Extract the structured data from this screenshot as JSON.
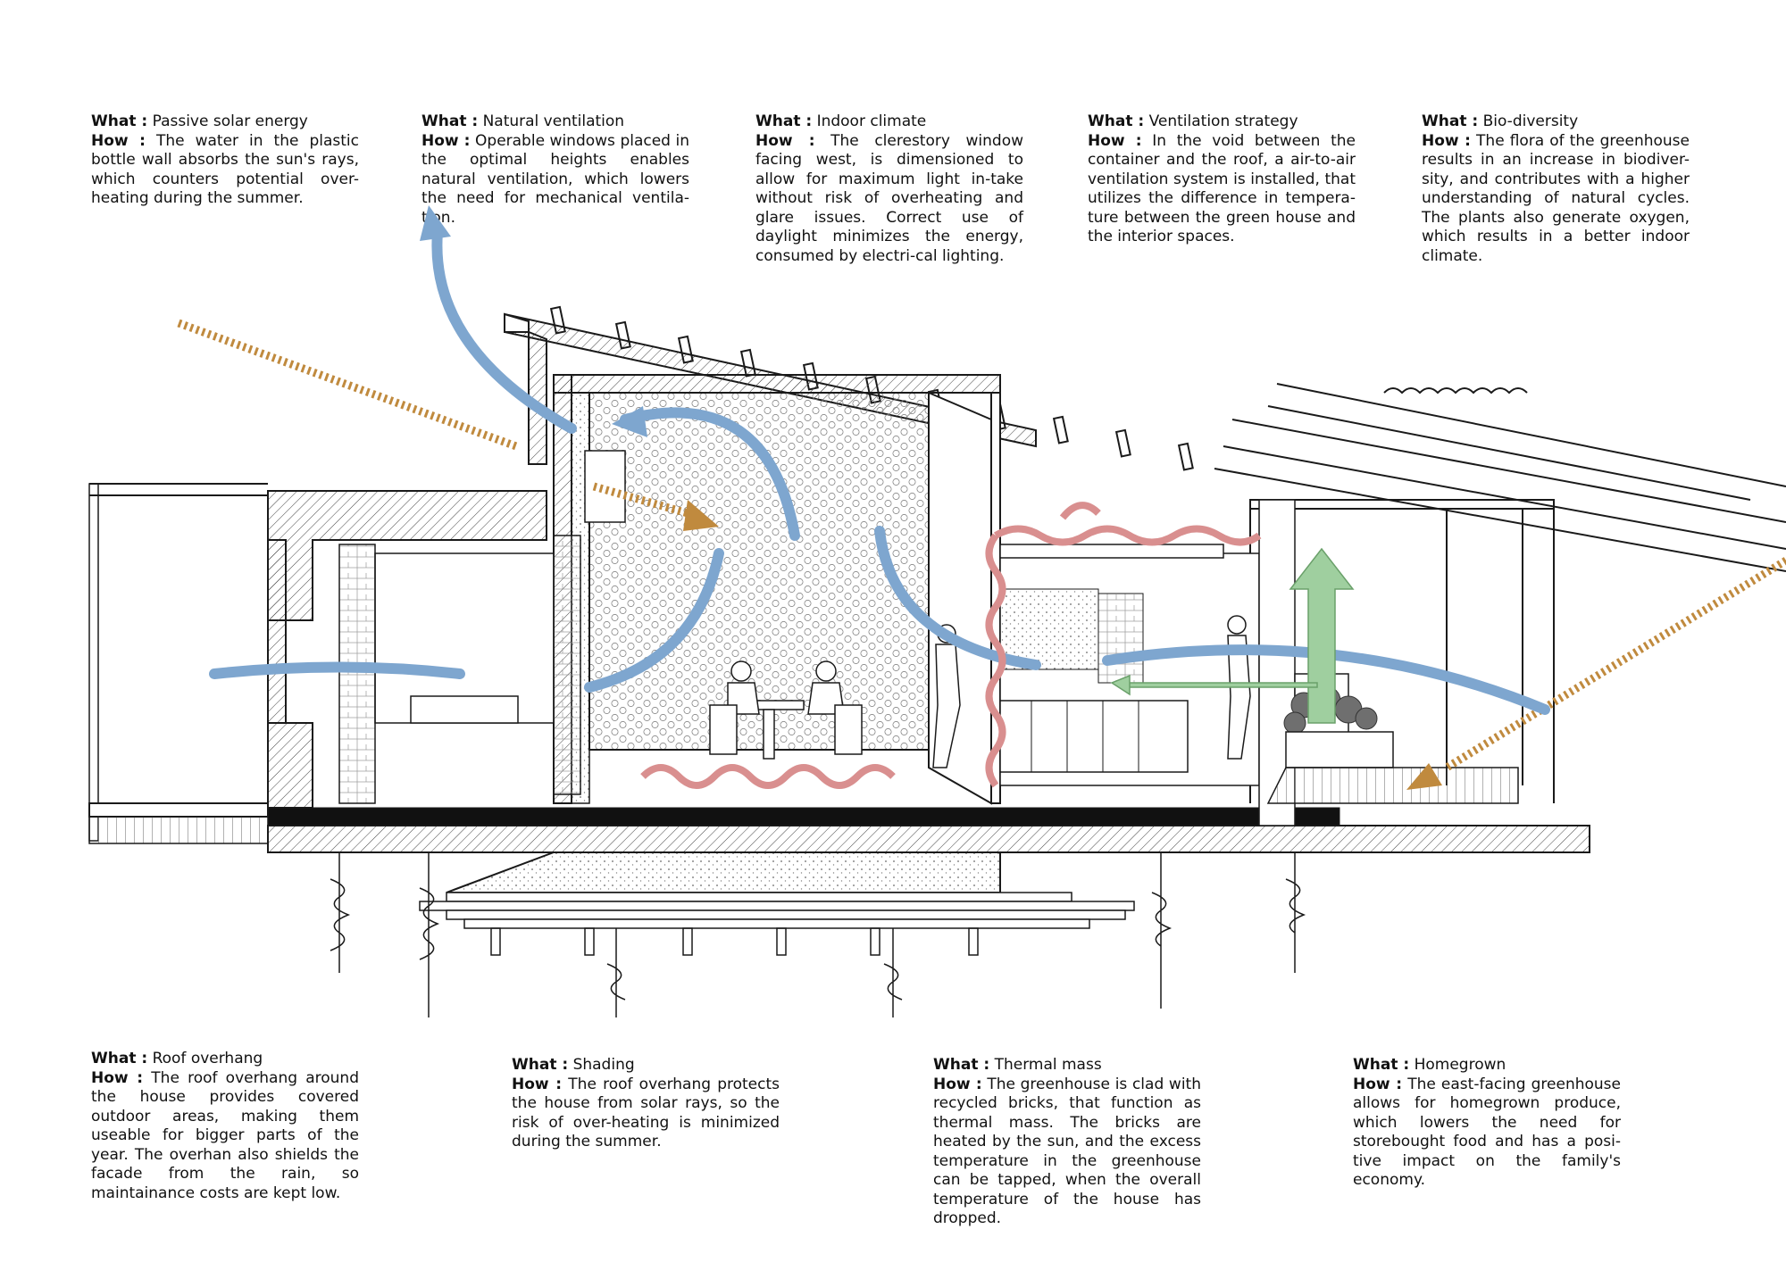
{
  "annotations": {
    "what_label": "What :",
    "how_label": "How :",
    "items": [
      {
        "what": "Passive solar energy",
        "how": "The water in the plastic bottle wall absorbs the sun's rays, which counters potential over-heating during the summer."
      },
      {
        "what": "Natural ventilation",
        "how": "Operable windows placed in the optimal heights enables natural ventilation, which lowers the need for mechanical ventila-tion."
      },
      {
        "what": "Indoor climate",
        "how": "The clerestory window facing west, is dimensioned to allow for maximum light in-take without risk of overheating and glare issues. Correct use of daylight minimizes the energy, consumed by electri-cal lighting."
      },
      {
        "what": "Ventilation strategy",
        "how": "In the void between the container and the roof, a air-to-air ventilation system is installed, that utilizes the difference in tempera-ture between the green house and the interior spaces."
      },
      {
        "what": "Bio-diversity",
        "how": "The flora of the greenhouse results in an increase in biodiver-sity, and contributes with a higher understanding of natural cycles. The plants also generate oxygen, which results in a better indoor climate."
      },
      {
        "what": "Roof overhang",
        "how": "The roof overhang around the house provides covered outdoor areas, making them useable for bigger parts of the year. The overhan also shields the facade from the rain, so maintainance costs are kept low."
      },
      {
        "what": "Shading",
        "how": "The roof overhang protects the house from solar rays, so the risk of over-heating is minimized during the summer."
      },
      {
        "what": "Thermal mass",
        "how": "The greenhouse is clad with recycled bricks, that function as thermal mass. The bricks are heated by the sun, and the excess temperature in the greenhouse can be tapped, when the overall temperature of the house has dropped."
      },
      {
        "what": "Homegrown",
        "how": "The east-facing greenhouse allows for homegrown produce, which lowers the need for storebought food and has a posi-tive impact on the family's economy."
      }
    ]
  },
  "colors": {
    "airflow": "#7ea6cf",
    "sun_rays": "#c08a3e",
    "heat": "#d98f8f",
    "greenhouse_air": "#9fcf9f",
    "linework": "#1a1a1a"
  }
}
